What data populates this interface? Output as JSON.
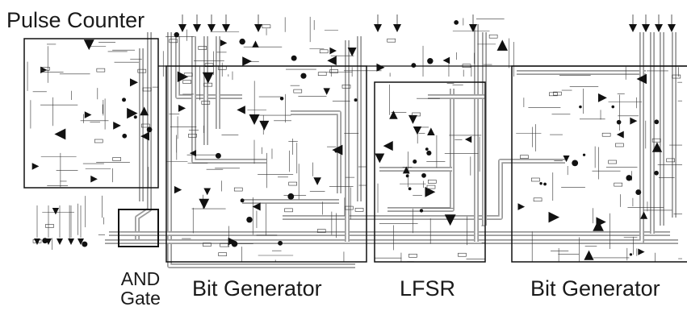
{
  "labels": {
    "pulse_counter": "Pulse Counter",
    "and_gate_line1": "AND",
    "and_gate_line2": "Gate",
    "bit_generator_left": "Bit Generator",
    "lfsr": "LFSR",
    "bit_generator_right": "Bit Generator"
  },
  "colors": {
    "ink": "#111111",
    "bus_gray": "#9a9a9a",
    "trace": "#333333",
    "background": "#ffffff"
  }
}
